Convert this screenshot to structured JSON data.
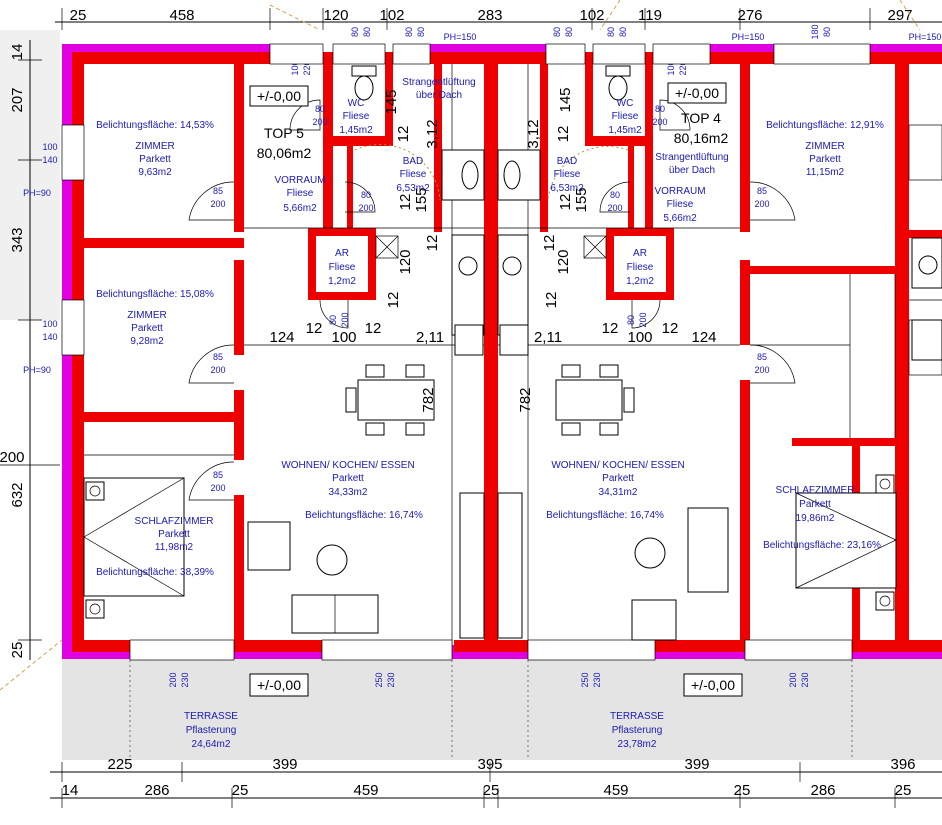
{
  "top_dims": [
    "25",
    "458",
    "120",
    "102",
    "283",
    "102",
    "119",
    "276",
    "297"
  ],
  "bottom_dims_1": [
    "225",
    "399",
    "395",
    "399",
    "396"
  ],
  "bottom_dims_2": [
    "14",
    "286",
    "25",
    "459",
    "25",
    "459",
    "25",
    "286",
    "25"
  ],
  "left_dims": [
    "14",
    "207",
    "343",
    "200",
    "632",
    "25"
  ],
  "ph": {
    "ph150": "PH=150",
    "ph90": "PH=90"
  },
  "window_small": {
    "w100": "100",
    "w140": "140",
    "w80": "80",
    "w220": "220",
    "w200": "200",
    "w230": "230",
    "w250": "250",
    "w180": "180"
  },
  "level": "+/-0,00",
  "top5": {
    "title": "TOP 5",
    "area": "80,06m2"
  },
  "top4": {
    "title": "TOP 4",
    "area": "80,16m2"
  },
  "rooms": {
    "zimmer1": {
      "name": "ZIMMER",
      "floor": "Parkett",
      "area": "9,63m2",
      "light": "Belichtungsfläche: 14,53%"
    },
    "zimmer2": {
      "name": "ZIMMER",
      "floor": "Parkett",
      "area": "9,28m2",
      "light": "Belichtungsfläche: 15,08%"
    },
    "schlaf1": {
      "name": "SCHLAFZIMMER",
      "floor": "Parkett",
      "area": "11,98m2",
      "light": "Belichtungsfläche: 38,39%"
    },
    "vorraum1": {
      "name": "VORRAUM",
      "floor": "Fliese",
      "area": "5,66m2"
    },
    "wc1": {
      "name": "WC",
      "floor": "Fliese",
      "area": "1,45m2"
    },
    "bad1": {
      "name": "BAD",
      "floor": "Fliese",
      "area": "6,53m2"
    },
    "ar1": {
      "name": "AR",
      "floor": "Fliese",
      "area": "1,2m2"
    },
    "wohnen1": {
      "name": "WOHNEN/ KOCHEN/ ESSEN",
      "floor": "Parkett",
      "area": "34,33m2",
      "light": "Belichtungsfläche: 16,74%"
    },
    "terrasse1": {
      "name": "TERRASSE",
      "floor": "Pflasterung",
      "area": "24,64m2"
    },
    "wohnen2": {
      "name": "WOHNEN/ KOCHEN/ ESSEN",
      "floor": "Parkett",
      "area": "34,31m2",
      "light": "Belichtungsfläche: 16,74%"
    },
    "terrasse2": {
      "name": "TERRASSE",
      "floor": "Pflasterung",
      "area": "23,78m2"
    },
    "wc2": {
      "name": "WC",
      "floor": "Fliese",
      "area": "1,45m2"
    },
    "bad2": {
      "name": "BAD",
      "floor": "Fliese",
      "area": "6,53m2"
    },
    "ar2": {
      "name": "AR",
      "floor": "Fliese",
      "area": "1,2m2"
    },
    "vorraum2": {
      "name": "VORRAUM",
      "floor": "Fliese",
      "area": "5,66m2"
    },
    "zimmer3": {
      "name": "ZIMMER",
      "floor": "Parkett",
      "area": "11,15m2",
      "light": "Belichtungsfläche: 12,91%"
    },
    "schlaf2": {
      "name": "SCHLAFZIMMER",
      "floor": "Parkett",
      "area": "19,86m2",
      "light": "Belichtungsfläche: 23,16%"
    }
  },
  "strang": {
    "l1": "Strangentlüftung",
    "l2": "über Dach"
  },
  "inner_dims": {
    "d145": "145",
    "d312": "3,12",
    "d12": "12",
    "d155": "155",
    "d120": "120",
    "d124": "124",
    "d100": "100",
    "d211": "2,11",
    "d782": "782",
    "d85": "85",
    "d200": "200",
    "d80": "80"
  }
}
